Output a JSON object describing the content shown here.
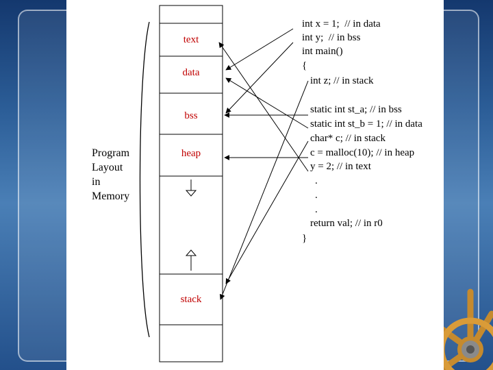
{
  "segments": {
    "text": "text",
    "data": "data",
    "bss": "bss",
    "heap": "heap",
    "stack": "stack"
  },
  "side_label": [
    "Program",
    "Layout",
    "in",
    "Memory"
  ],
  "code": [
    "int x = 1;  // in data",
    "int y;  // in bss",
    "int main()",
    "{",
    "int z; // in stack",
    "static int st_a; // in bss",
    "static int st_b = 1; // in data",
    "char* c; // in stack",
    "c = malloc(10); // in heap",
    "y = 2; // in text",
    ".",
    ".",
    ".",
    "return val; // in r0",
    "}"
  ],
  "colors": {
    "segment_label": "#c00000",
    "background": "#2c5e98"
  },
  "icons": [
    "ship-wheel-icon"
  ]
}
